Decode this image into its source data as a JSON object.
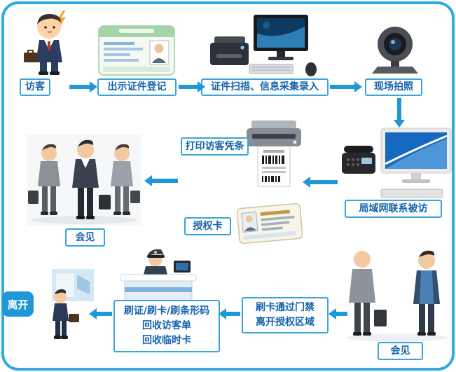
{
  "diagram": {
    "type": "flowchart",
    "topic": "visitor-management-process",
    "colors": {
      "frame": "#2fabe1",
      "arrow": "#1f98d5",
      "label_border": "#3ba4da",
      "label_text": "#1463ad",
      "leave_badge_bg": "#1f98d5",
      "leave_badge_text": "#ffffff"
    },
    "nodes": {
      "visitor": {
        "label": "访客"
      },
      "show_id": {
        "label": "出示证件登记"
      },
      "scan_id": {
        "label": "证件扫描、信息采集录入"
      },
      "site_photo": {
        "label": "现场拍照"
      },
      "lan_contact": {
        "label": "局域网联系被访"
      },
      "print_slip": {
        "label": "打印访客凭条"
      },
      "auth_card": {
        "label": "授权卡"
      },
      "meeting_mid": {
        "label": "会见"
      },
      "meeting_bottom": {
        "label": "会见"
      },
      "swipe_exit": {
        "line1": "刷卡通过门禁",
        "line2": "离开授权区域"
      },
      "checkout": {
        "line1": "刷证/刷卡/刷条形码",
        "line2": "回收访客单",
        "line3": "回收临时卡"
      },
      "leave": {
        "label": "离开"
      }
    },
    "edges": [
      "访客 → 出示证件登记",
      "出示证件登记 → 证件扫描、信息采集录入",
      "证件扫描、信息采集录入 → 现场拍照",
      "现场拍照 → 局域网联系被访",
      "局域网联系被访 → 打印访客凭条 / 授权卡",
      "打印访客凭条 / 授权卡 → 会见",
      "会见 → 刷卡通过门禁 离开授权区域",
      "刷卡通过门禁 离开授权区域 → 刷证/刷卡/刷条形码 回收访客单 回收临时卡",
      "刷证/刷卡/刷条形码 回收访客单 回收临时卡 → 离开"
    ],
    "illustrations": [
      "visitor-businessman-illustration",
      "id-card-illustration",
      "scanner-computer-illustration",
      "webcam-illustration",
      "printer-receipt-illustration",
      "lan-computer-phone-illustration",
      "auth-card-illustration",
      "three-people-meeting-illustration",
      "two-people-meeting-illustration",
      "security-desk-illustration",
      "leaving-person-illustration"
    ]
  }
}
